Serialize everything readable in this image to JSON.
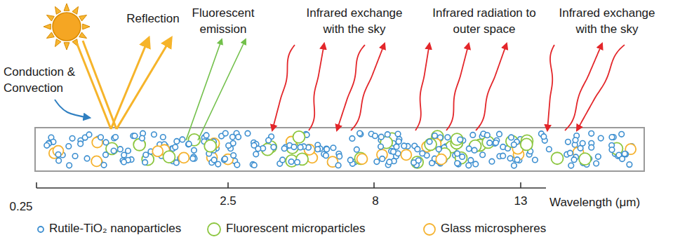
{
  "diagram": {
    "labels": [
      "Conduction & Convection",
      "Reflection",
      "Fluorescent emission",
      "Infrared exchange with the sky",
      "Infrared radiation to outer space",
      "Infrared exchange with the sky",
      "0.25",
      "2.5",
      "8",
      "13",
      "Wavelength (μm)"
    ],
    "legend": [
      {
        "text": "Rutile-TiO₂ nanoparticles"
      },
      {
        "text": "Fluorescent microparticles"
      },
      {
        "text": "Glass microspheres"
      }
    ]
  }
}
